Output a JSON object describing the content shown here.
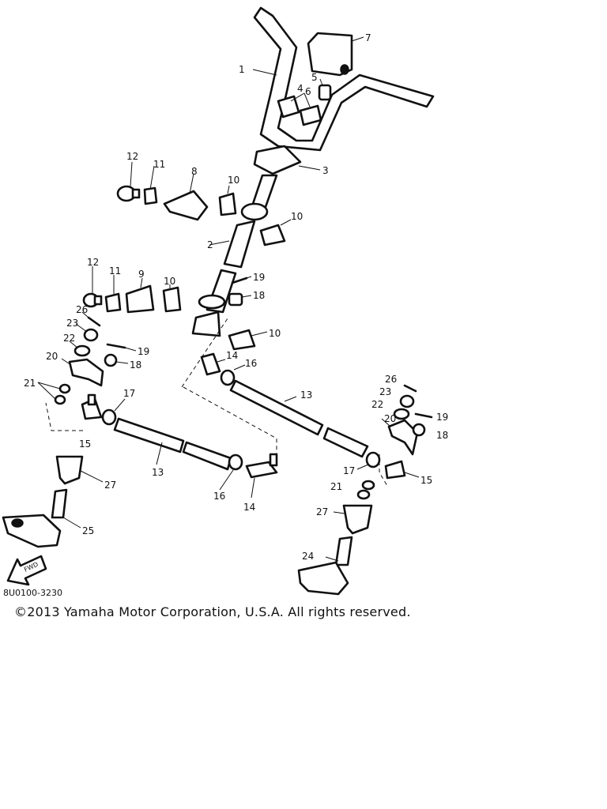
{
  "diagram": {
    "part_numbers": [
      "1",
      "2",
      "3",
      "4",
      "5",
      "6",
      "7",
      "8",
      "9",
      "10",
      "11",
      "12",
      "13",
      "14",
      "15",
      "16",
      "17",
      "18",
      "19",
      "20",
      "21",
      "22",
      "23",
      "24",
      "25",
      "26",
      "27"
    ],
    "drawing_code": "8U0100-3230",
    "arrow_label": "FWD",
    "copyright": "©2013 Yamaha Motor Corporation, U.S.A. All rights reserved."
  }
}
